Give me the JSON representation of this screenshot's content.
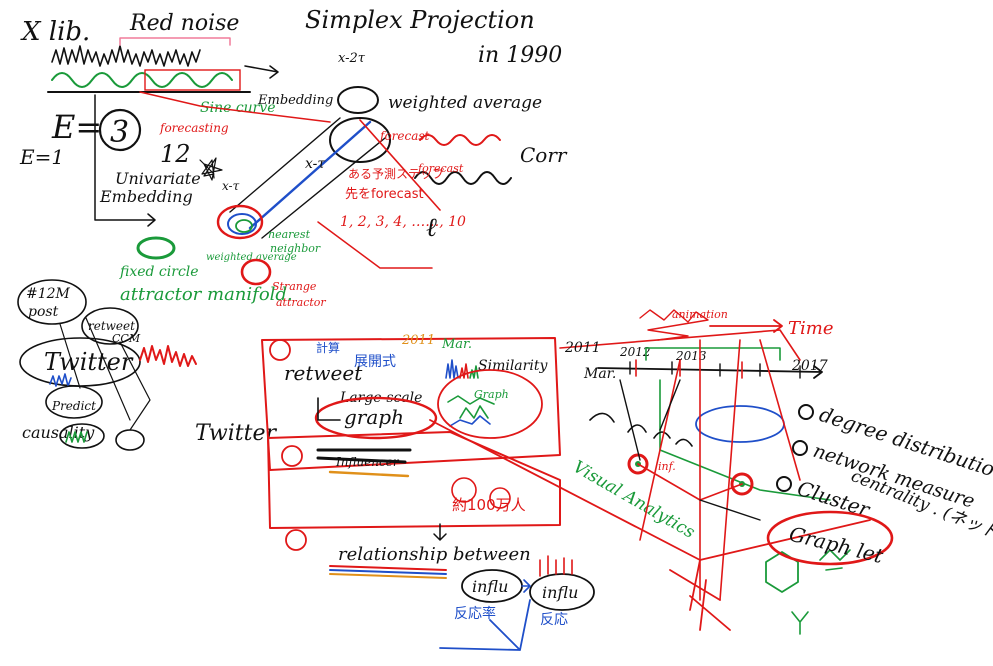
{
  "canvas": {
    "background": "#ffffff",
    "ink_colors": {
      "black": "#111111",
      "red": "#e01818",
      "green": "#1a9a3a",
      "blue": "#1f4fc9",
      "orange": "#e0901a"
    }
  },
  "notes": {
    "x_lib": "X lib.",
    "red_noise": "Red noise",
    "simplex_title": "Simplex Projection",
    "year_1990": "in 1990",
    "x_2t": "x-2τ",
    "embedding": "Embedding",
    "weighted_average": "weighted average",
    "sine_curve": "Sine curve",
    "forecasting": "forecasting",
    "e_equals": "E=",
    "e_value": "3",
    "e_one": "E=1",
    "num_12": "12",
    "univariate_1": "Univariate",
    "univariate_2": "Embedding",
    "x_tau": "x-τ",
    "x_t": "x-τ",
    "forecast_small": "forecast",
    "forecast_red": "forecast",
    "corr": "Corr",
    "jp_forecast_1": "ある予測ステップ",
    "jp_forecast_2": "先をforecast",
    "forecast_steps": "1, 2, 3, 4, ……, 10",
    "nearest_1": "nearest",
    "nearest_2": "neighbor",
    "weighted_avg_small": "weighted average",
    "strange_1": "Strange",
    "strange_2": "attractor",
    "attractor_manifold": "attractor manifold.",
    "fixed_circle": "fixed circle",
    "post_count": "#12M",
    "post_label": "post",
    "retweet_small": "retweet",
    "ccm_small": "CCM",
    "twitter_left": "Twitter",
    "predict": "Predict",
    "causality": "causality",
    "twitter_center": "Twitter",
    "jp_calc_1": "計算",
    "jp_calc_2": "展開式",
    "year_2011": "2011",
    "mar": "Mar.",
    "retweet_main": "retweet",
    "large_scale": "Large-scale",
    "graph_label": "graph",
    "similarity": "Similarity",
    "graph_small": "Graph",
    "influencer": "Influencer",
    "jp_count": "約100万人",
    "relationship": "relationship between",
    "influ_1": "influ",
    "influ_2": "influ",
    "jp_reply_1": "反応率",
    "jp_reply_2": "反応",
    "visual_analytics": "Visual Analytics",
    "timeline_2011": "2011",
    "timeline_mar": "Mar.",
    "timeline_2012": "2012",
    "timeline_2013": "2013",
    "timeline_2017": "2017",
    "animation": "animation",
    "time_label": "Time",
    "degree": "degree distribution",
    "network_measure": "network measure",
    "centrality": "centrality . (ネット)",
    "cluster": "Cluster",
    "graphlet": "Graph let",
    "inf": "inf."
  }
}
